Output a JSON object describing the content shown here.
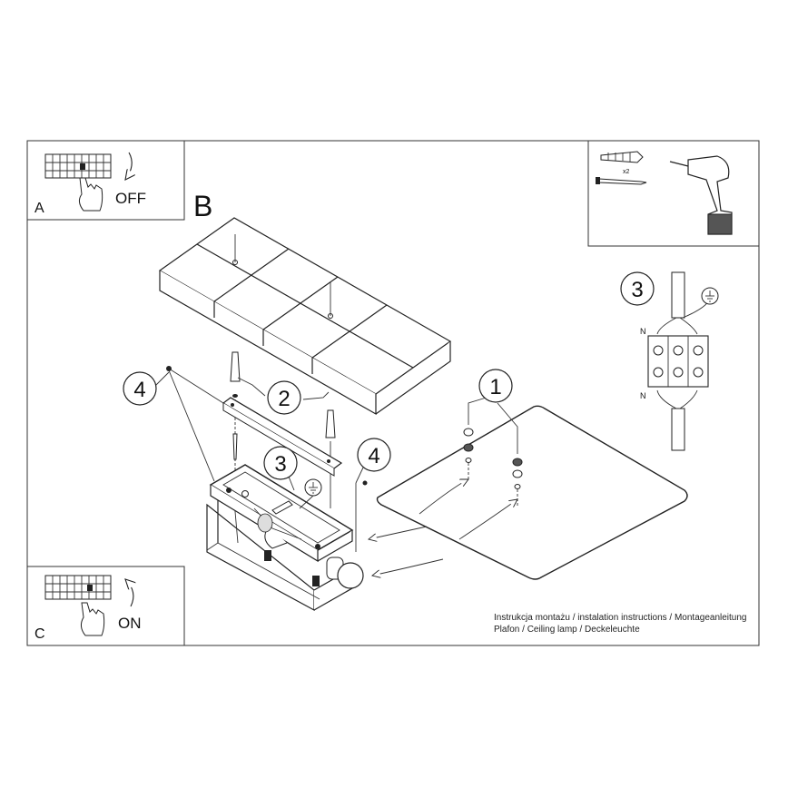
{
  "panels": {
    "a": {
      "letter": "A",
      "action": "OFF"
    },
    "b": {
      "letter": "B"
    },
    "c": {
      "letter": "C",
      "action": "ON"
    }
  },
  "tools": {
    "anchor_qty": "x2"
  },
  "callouts": {
    "ceiling_screws": "2",
    "ground_wiring": "3",
    "bracket_screws_left": "4",
    "bracket_screws_right": "4",
    "diffuser": "1",
    "terminal_detail": "3"
  },
  "terminal": {
    "neutral_top": "N",
    "neutral_bottom": "N"
  },
  "footer": {
    "line1": "Instrukcja montażu / instalation instructions / Montageanleitung",
    "line2": "Plafon / Ceiling lamp / Deckeleuchte"
  }
}
